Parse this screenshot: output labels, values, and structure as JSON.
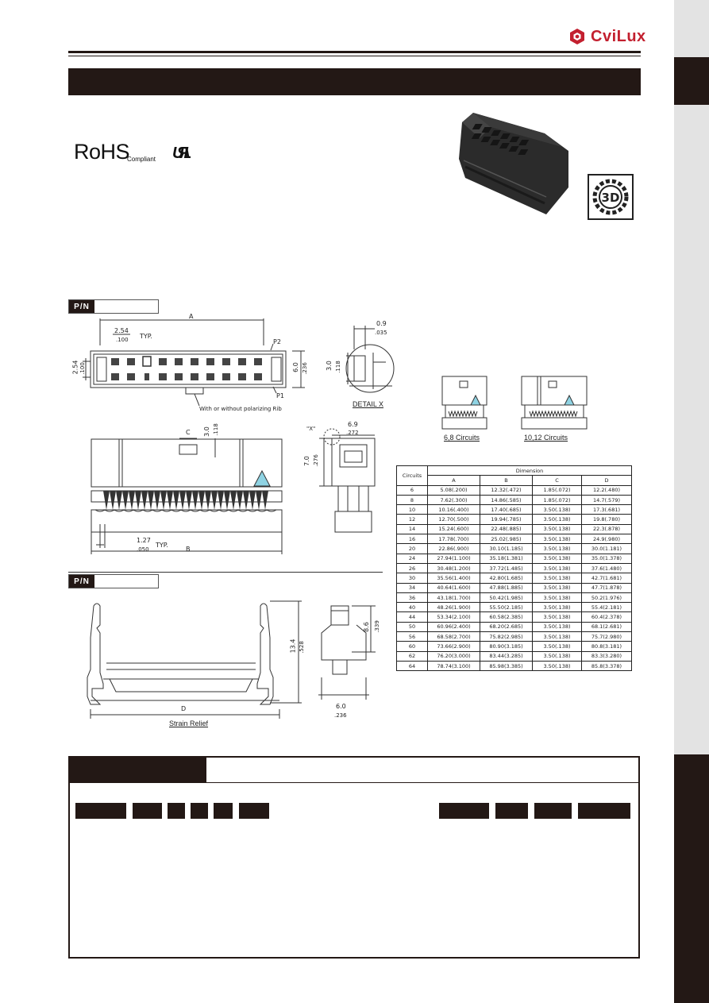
{
  "brand": {
    "name": "CviLux",
    "color": "#c3202f"
  },
  "certifications": {
    "rohs": "RoHS",
    "rohs_sub": "Compliant",
    "ul_mark": "UL"
  },
  "badge_3d": "3D",
  "pn_label": "P/N",
  "drawing_top": {
    "dim_A": "A",
    "pitch_mm": "2.54",
    "pitch_in": ".100",
    "typ": "TYP.",
    "row_mm": "2.54",
    "row_in": ".100",
    "height_mm": "6.0",
    "height_in": ".236",
    "p1": "P1",
    "p2": "P2",
    "polarizing_note": "With or without polarizing Rib"
  },
  "detail_x": {
    "w_mm": "0.9",
    "w_in": ".035",
    "h_mm": "3.0",
    "h_in": ".118",
    "label": "DETAIL X"
  },
  "drawing_side": {
    "dim_C": "C",
    "c_h_mm": "3.0",
    "c_h_in": ".118",
    "x_mark": "\"X\"",
    "w_mm": "6.9",
    "w_in": ".272",
    "h_mm": "7.0",
    "h_in": ".276",
    "pitch_mm": "1.27",
    "pitch_in": ".050",
    "typ": "TYP.",
    "dim_B": "B"
  },
  "variants": {
    "small": "6,8 Circuits",
    "large": "10,12 Circuits"
  },
  "strain_relief": {
    "h_mm": "13.4",
    "h_in": ".528",
    "dim_D": "D",
    "side_h_mm": "8.6",
    "side_h_in": ".339",
    "side_w_mm": "6.0",
    "side_w_in": ".236",
    "label": "Strain Relief"
  },
  "table": {
    "col_circuits": "Circuits",
    "col_dimension": "Dimension",
    "cols": [
      "A",
      "B",
      "C",
      "D"
    ],
    "rows": [
      [
        "6",
        "5.08(.200)",
        "12.32(.472)",
        "1.85(.072)",
        "12.2(.480)"
      ],
      [
        "8",
        "7.62(.300)",
        "14.86(.585)",
        "1.85(.072)",
        "14.7(.579)"
      ],
      [
        "10",
        "10.16(.400)",
        "17.40(.685)",
        "3.50(.138)",
        "17.3(.681)"
      ],
      [
        "12",
        "12.70(.500)",
        "19.94(.785)",
        "3.50(.138)",
        "19.8(.780)"
      ],
      [
        "14",
        "15.24(.600)",
        "22.48(.885)",
        "3.50(.138)",
        "22.3(.878)"
      ],
      [
        "16",
        "17.78(.700)",
        "25.02(.985)",
        "3.50(.138)",
        "24.9(.980)"
      ],
      [
        "20",
        "22.86(.900)",
        "30.10(1.185)",
        "3.50(.138)",
        "30.0(1.181)"
      ],
      [
        "24",
        "27.94(1.100)",
        "35.18(1.381)",
        "3.50(.138)",
        "35.0(1.378)"
      ],
      [
        "26",
        "30.48(1.200)",
        "37.72(1.485)",
        "3.50(.138)",
        "37.6(1.480)"
      ],
      [
        "30",
        "35.56(1.400)",
        "42.80(1.685)",
        "3.50(.138)",
        "42.7(1.681)"
      ],
      [
        "34",
        "40.64(1.600)",
        "47.88(1.885)",
        "3.50(.138)",
        "47.7(1.878)"
      ],
      [
        "36",
        "43.18(1.700)",
        "50.42(1.985)",
        "3.50(.138)",
        "50.2(1.976)"
      ],
      [
        "40",
        "48.26(1.900)",
        "55.50(2.185)",
        "3.50(.138)",
        "55.4(2.181)"
      ],
      [
        "44",
        "53.34(2.100)",
        "60.58(2.385)",
        "3.50(.138)",
        "60.4(2.378)"
      ],
      [
        "50",
        "60.96(2.400)",
        "68.20(2.685)",
        "3.50(.138)",
        "68.1(2.681)"
      ],
      [
        "56",
        "68.58(2.700)",
        "75.82(2.985)",
        "3.50(.138)",
        "75.7(2.980)"
      ],
      [
        "60",
        "73.66(2.900)",
        "80.90(3.185)",
        "3.50(.138)",
        "80.8(3.181)"
      ],
      [
        "62",
        "76.20(3.000)",
        "83.44(3.285)",
        "3.50(.138)",
        "83.3(3.280)"
      ],
      [
        "64",
        "78.74(3.100)",
        "85.98(3.385)",
        "3.50(.138)",
        "85.8(3.378)"
      ]
    ]
  }
}
